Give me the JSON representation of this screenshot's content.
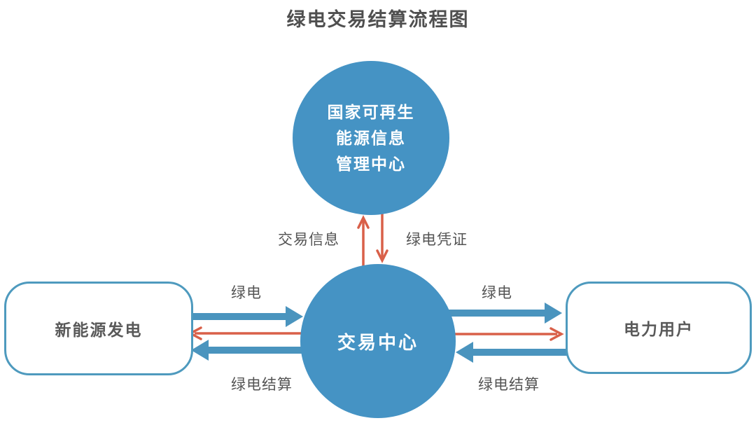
{
  "title": "绿电交易结算流程图",
  "nodes": {
    "info_center": {
      "line1": "国家可再生",
      "line2": "能源信息",
      "line3": "管理中心"
    },
    "trade_center": {
      "label": "交易中心"
    },
    "generator": {
      "label": "新能源发电"
    },
    "power_user": {
      "label": "电力用户"
    }
  },
  "edge_labels": {
    "trade_info": "交易信息",
    "green_cert": "绿电凭证",
    "green_left": "绿电",
    "green_right": "绿电",
    "settle_left": "绿电结算",
    "settle_right": "绿电结算"
  },
  "colors": {
    "node_fill": "#4593C4",
    "box_border": "#4E9ABE",
    "arrow_blue": "#4A94BE",
    "arrow_red": "#D96049",
    "title_text": "#4F4F4F",
    "label_text": "#545454",
    "box_text": "#595959",
    "node_text": "#FFFFFF",
    "bg": "#FFFFFF"
  }
}
